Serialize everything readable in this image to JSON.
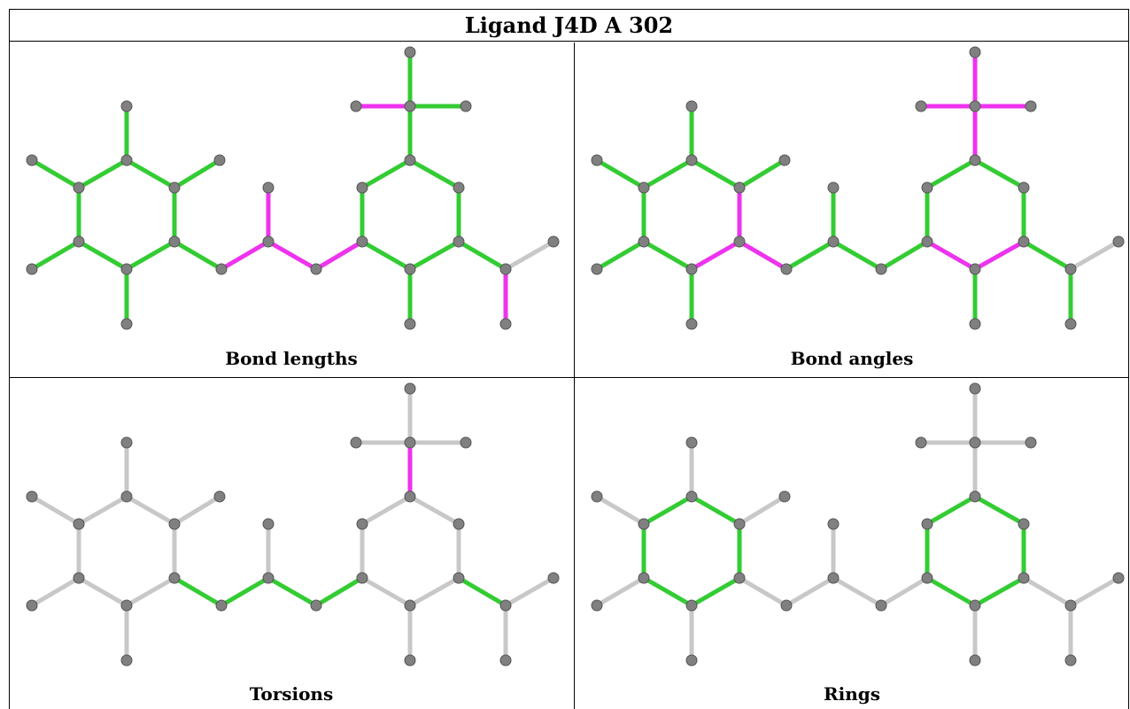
{
  "title": "Ligand J4D A 302",
  "colors": {
    "normal": "#33cc33",
    "outlier": "#ee33ee",
    "unused": "#c8c8c8",
    "atom": "#808080",
    "atom_edge": "#555555"
  },
  "panels": [
    {
      "id": "bond-lengths",
      "caption": "Bond lengths"
    },
    {
      "id": "bond-angles",
      "caption": "Bond angles"
    },
    {
      "id": "torsions",
      "caption": "Torsions"
    },
    {
      "id": "rings",
      "caption": "Rings"
    }
  ]
}
